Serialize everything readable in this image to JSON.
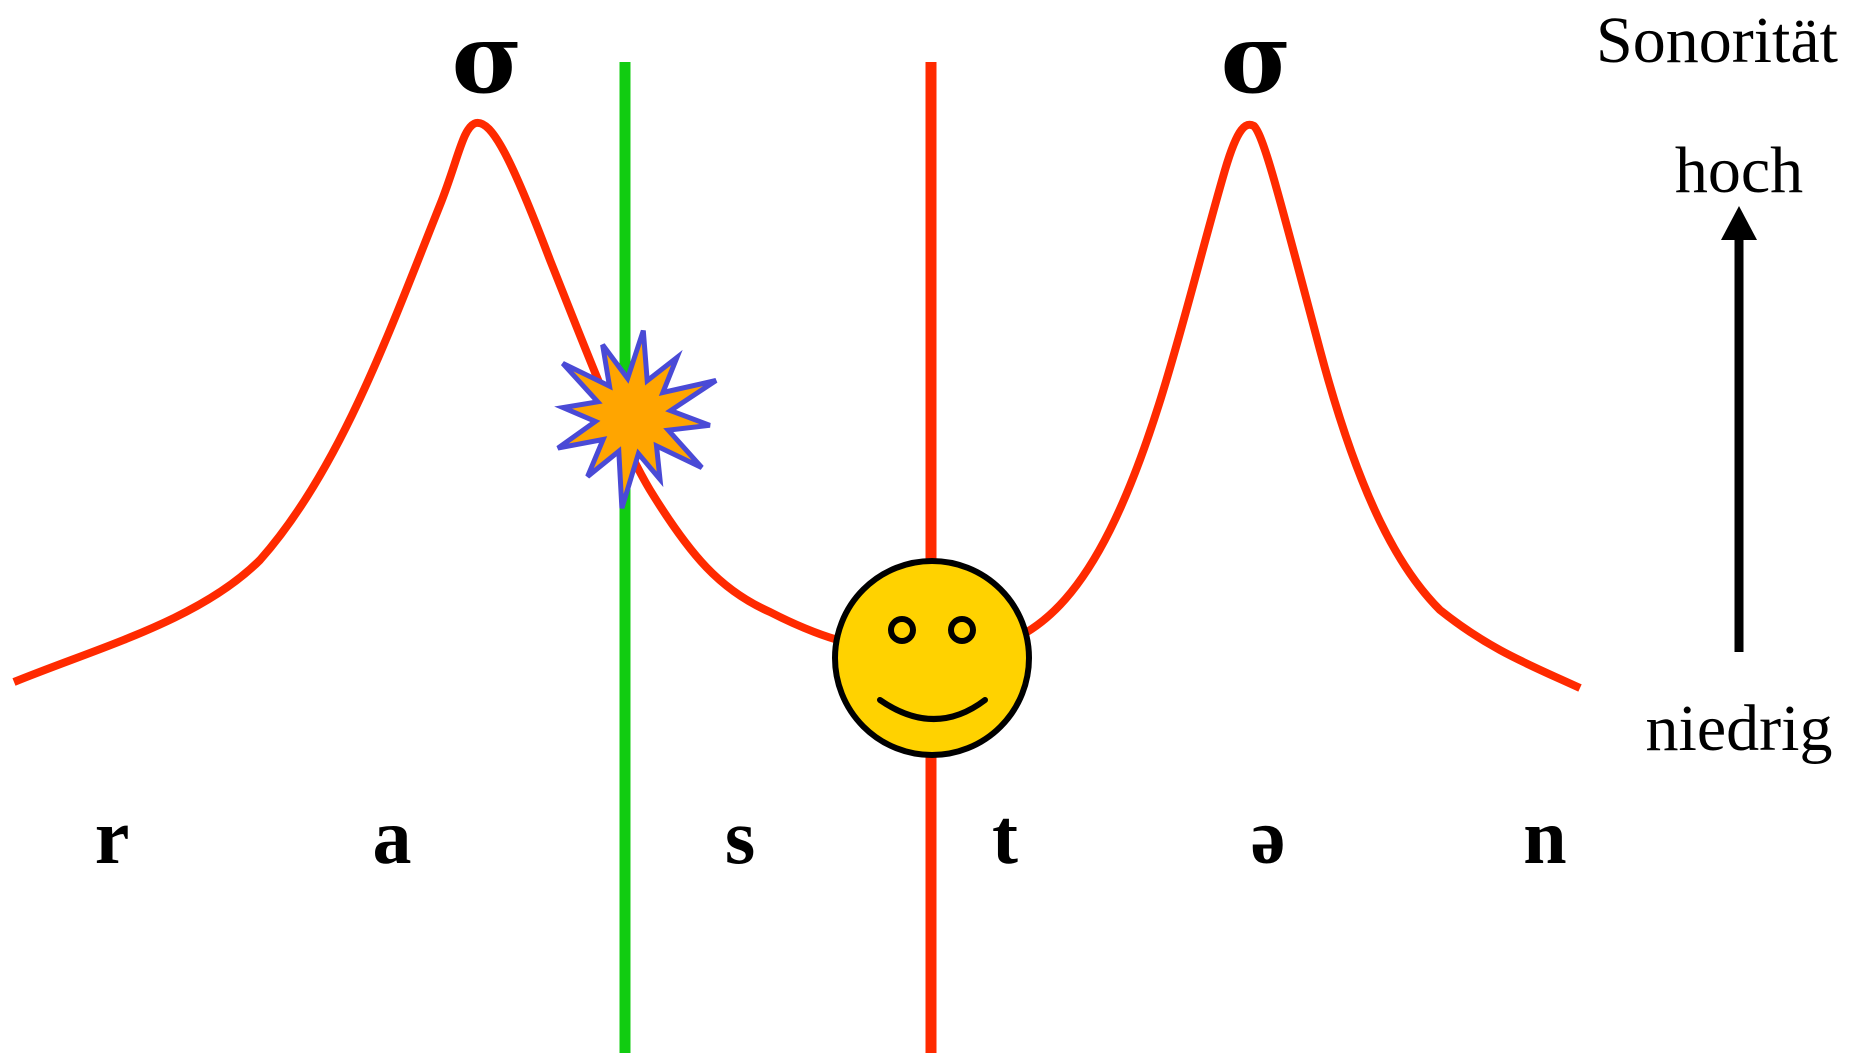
{
  "syllables": [
    {
      "symbol": "σ"
    },
    {
      "symbol": "σ"
    }
  ],
  "segments": [
    "r",
    "a",
    "s",
    "t",
    "ə",
    "n"
  ],
  "scale": {
    "title": "Sonorität",
    "high": "hoch",
    "low": "niedrig"
  },
  "colors": {
    "sonority_curve": "#ff2a00",
    "boundary_wrong": "#11cc11",
    "boundary_right": "#ff2a00",
    "starburst_fill": "#ffa500",
    "starburst_outline": "#4a4ad6",
    "smiley_fill": "#ffd200",
    "ink": "#000000"
  },
  "icons": {
    "wrong_boundary_marker": "starburst-icon",
    "right_boundary_marker": "smiley-face-icon",
    "scale_direction": "arrow-up-icon"
  }
}
